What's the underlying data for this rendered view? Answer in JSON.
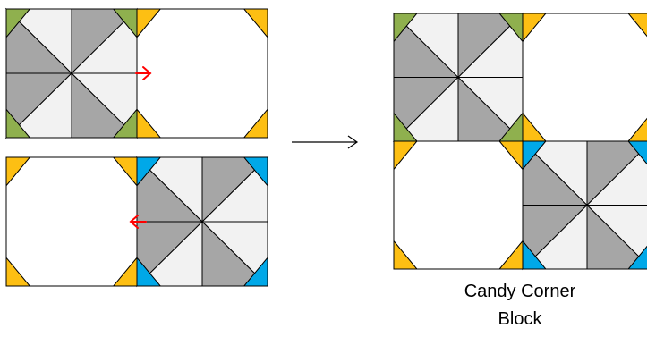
{
  "caption": {
    "line1": "Candy Corner",
    "line2": "Block"
  },
  "colors": {
    "green": "#8FB04E",
    "gold": "#FDBF13",
    "blue": "#00A8E8",
    "gray": "#A6A6A6",
    "light": "#F2F2F2",
    "white": "#FFFFFF",
    "arrow_red": "#FF0000",
    "outline": "#000000"
  },
  "panels": [
    {
      "name": "top-left-pair",
      "left_block": "pinwheel",
      "left_corner_color": "green",
      "right_block": "octagon",
      "right_corner_color": "gold",
      "arrow": "right"
    },
    {
      "name": "bottom-left-pair",
      "left_block": "octagon",
      "left_corner_color": "gold",
      "right_block": "pinwheel",
      "right_corner_color": "blue",
      "arrow": "left"
    }
  ],
  "result_grid": [
    [
      {
        "block": "pinwheel",
        "corner_color": "green"
      },
      {
        "block": "octagon",
        "corner_color": "gold"
      }
    ],
    [
      {
        "block": "octagon",
        "corner_color": "gold"
      },
      {
        "block": "pinwheel",
        "corner_color": "blue"
      }
    ]
  ],
  "icons": [
    "process-arrow-icon",
    "join-arrow-right-icon",
    "join-arrow-left-icon"
  ]
}
